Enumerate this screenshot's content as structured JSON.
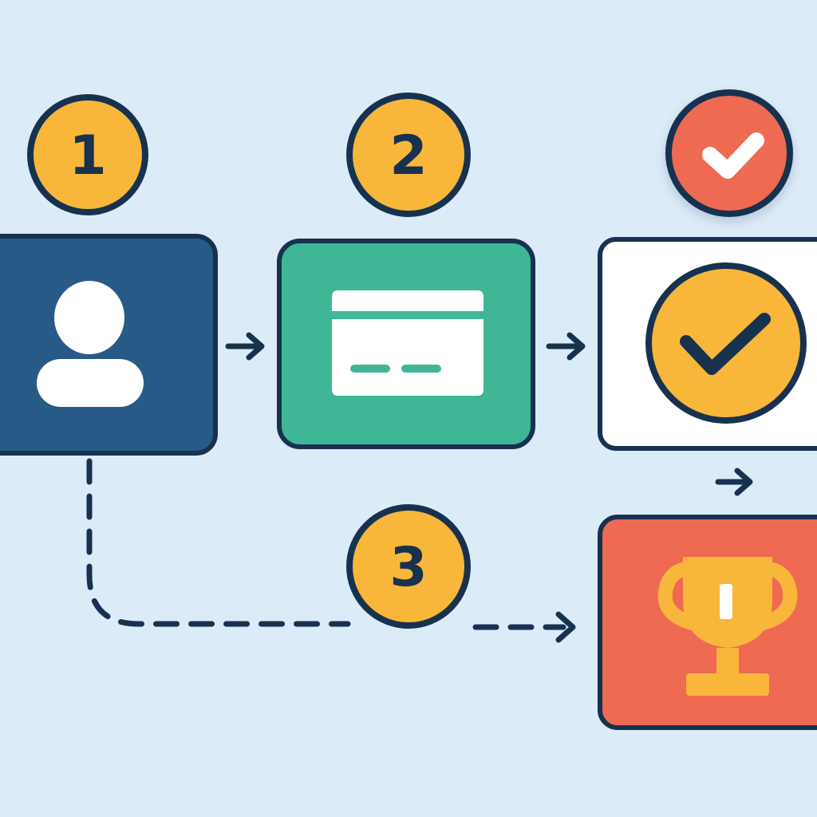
{
  "colors": {
    "background": "#dcebf8",
    "outline": "#17324f",
    "badge": "#f8b73a",
    "user_card": "#285a88",
    "form_card": "#3fb797",
    "confirm_card": "#ffffff",
    "reward_card": "#ef6a52",
    "status_badge": "#ef6a52",
    "icon_fill": "#ffffff",
    "trophy": "#f8b73a"
  },
  "steps": [
    {
      "number": "1",
      "icon": "user-icon"
    },
    {
      "number": "2",
      "icon": "card-icon"
    },
    {
      "number": "3",
      "icon": "trophy-icon"
    }
  ],
  "nodes": [
    {
      "id": "user",
      "icon": "user-icon"
    },
    {
      "id": "form",
      "icon": "card-icon"
    },
    {
      "id": "confirm",
      "icon": "checkmark-icon"
    },
    {
      "id": "reward",
      "icon": "trophy-icon"
    }
  ],
  "status_icon": "checkmark-icon"
}
